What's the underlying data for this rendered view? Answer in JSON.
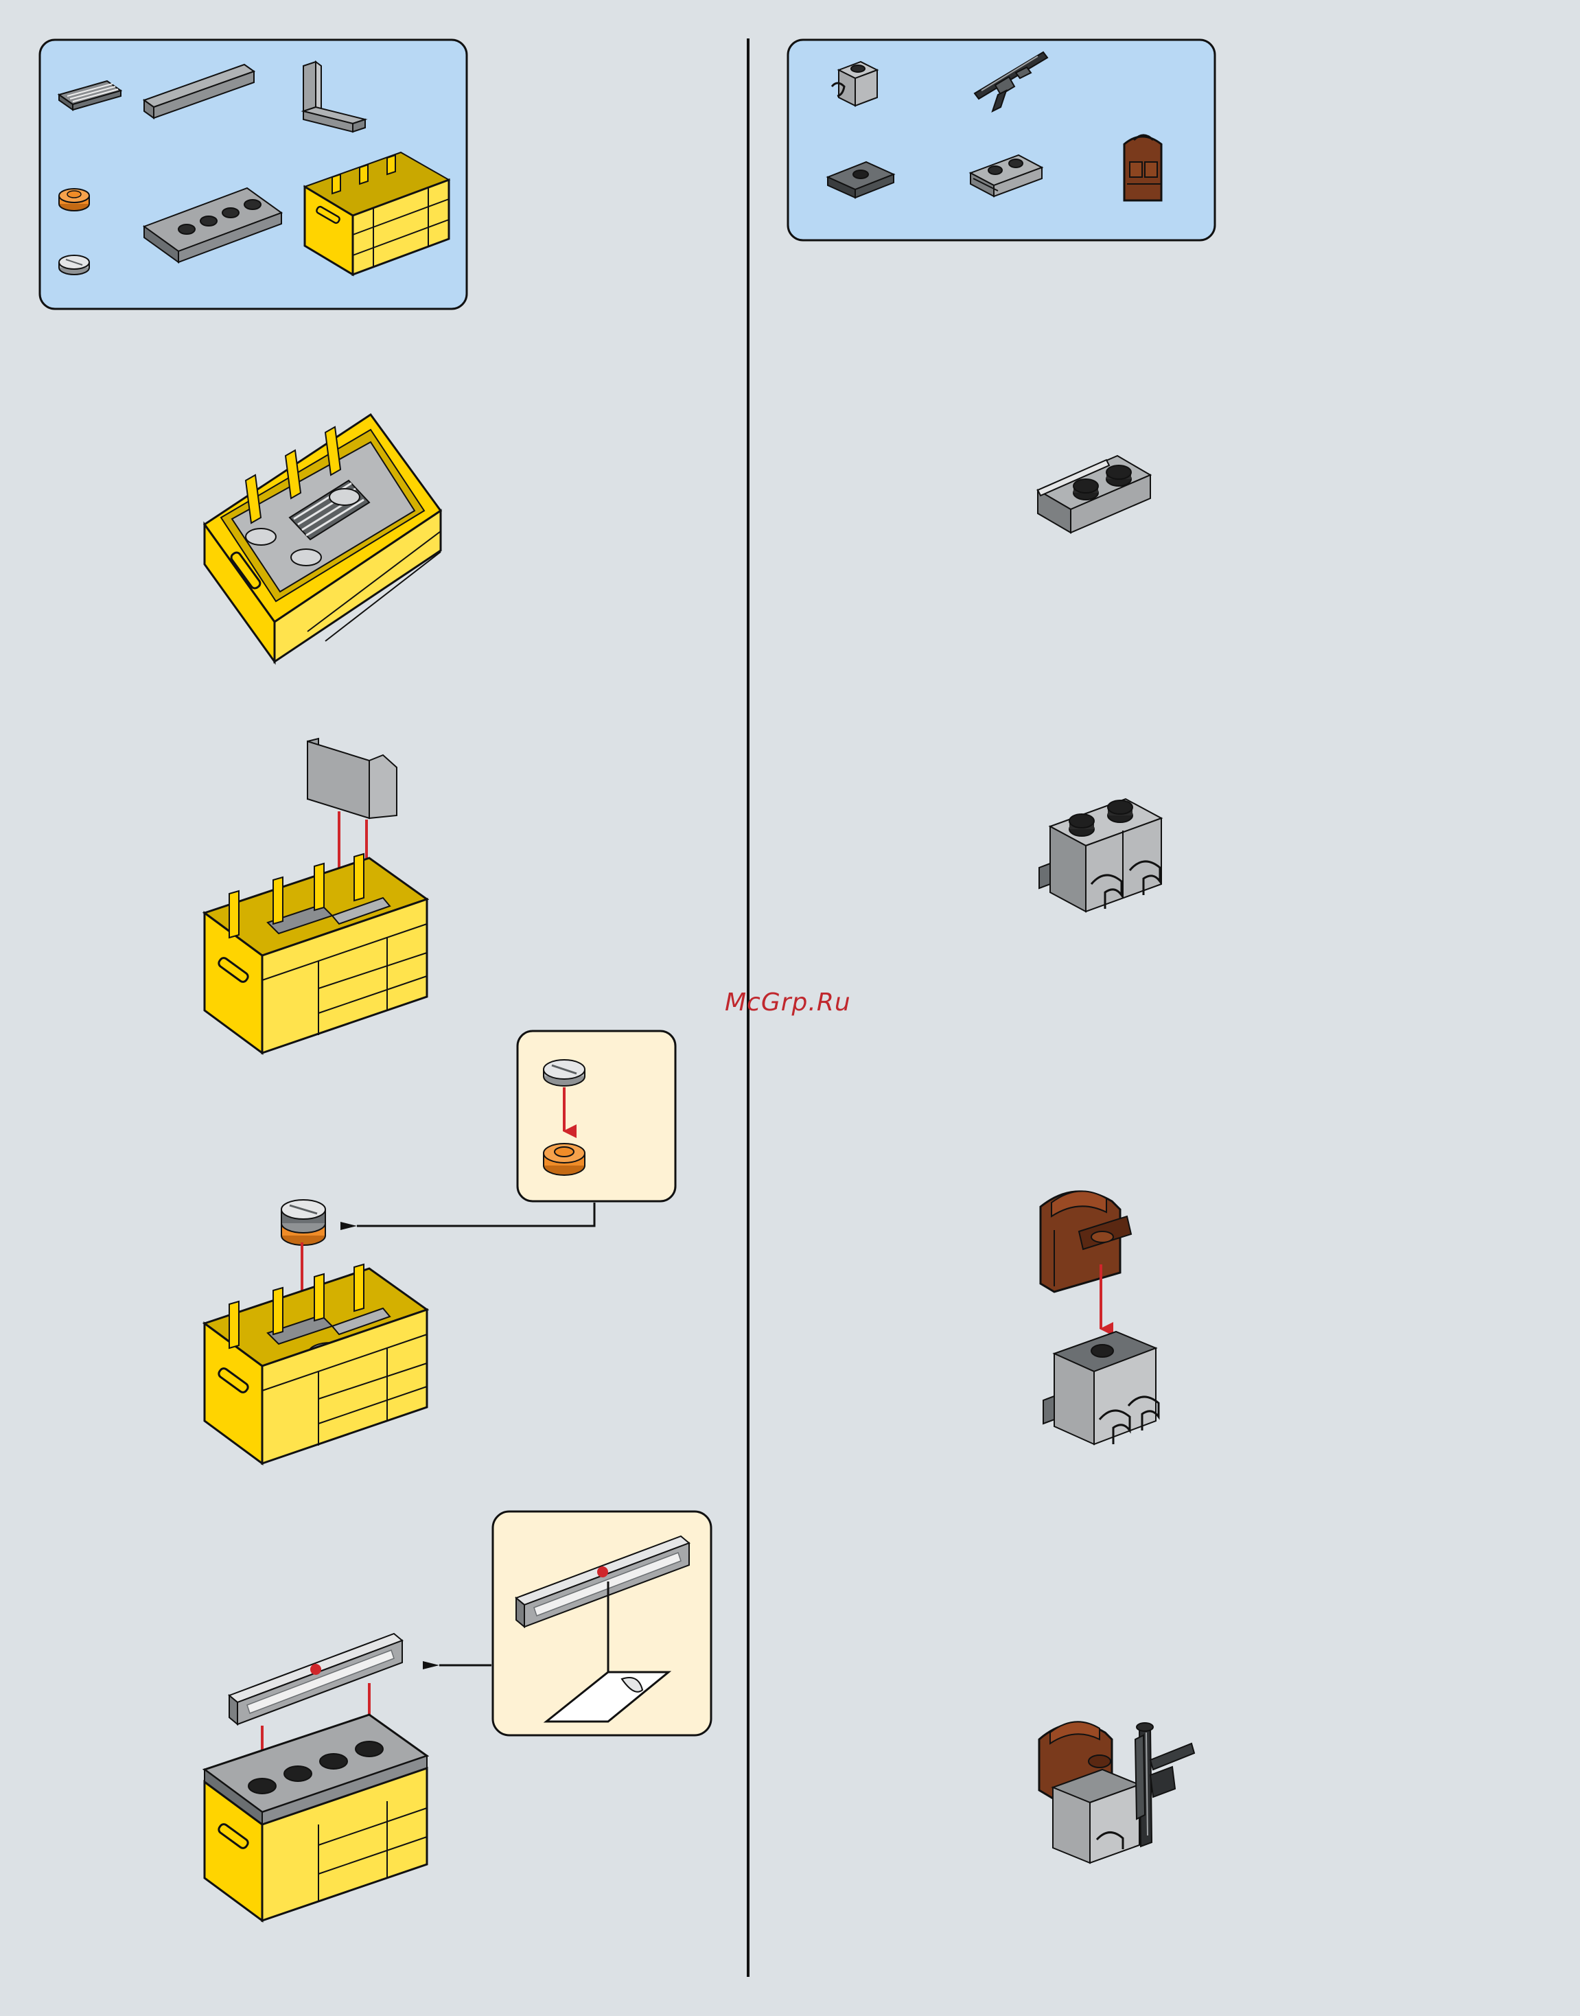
{
  "watermark": "McGrp.Ru",
  "colors": {
    "page_background": "#dce1e5",
    "parts_panel": "#b8d8f4",
    "subassembly_panel": "#fef2d4",
    "brick_yellow": "#ffd400",
    "brick_gray": "#a6a8aa",
    "brick_dark_gray": "#5c6062",
    "brick_brown": "#7a3a1c",
    "brick_orange": "#f08c28",
    "arrow_red": "#d0262b",
    "stud_black": "#1f1f1f"
  },
  "left_column": {
    "parts_list": [
      "grille-tile",
      "tile-1x4",
      "bracket",
      "round-plate-orange",
      "plate-2x4",
      "crate",
      "round-tile-printed"
    ],
    "steps": [
      "crate-with-grille",
      "add-bracket",
      "add-round-stack",
      "add-decorated-tile"
    ]
  },
  "right_column": {
    "parts_list": [
      "brick-with-clip",
      "blaster-gun",
      "jumper-plate",
      "plate-with-rail",
      "backpack"
    ],
    "steps": [
      "plate-with-rail",
      "clip-bricks",
      "add-backpack",
      "add-blaster"
    ]
  }
}
